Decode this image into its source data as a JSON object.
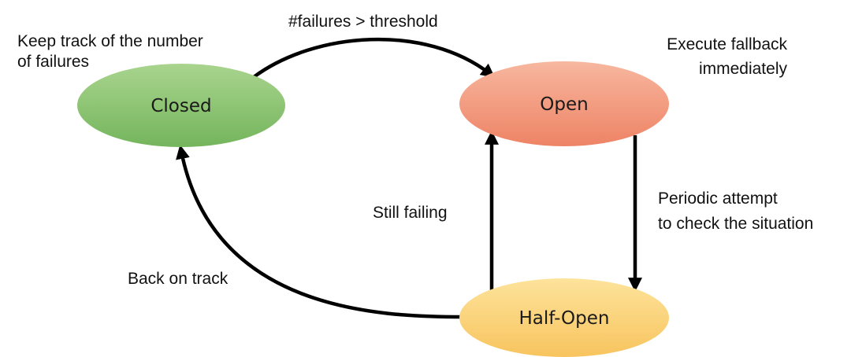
{
  "states": {
    "closed": {
      "label": "Closed",
      "fill_top": "#a9d48e",
      "fill_bottom": "#74b55c"
    },
    "open": {
      "label": "Open",
      "fill_top": "#f7b79f",
      "fill_bottom": "#ee8365"
    },
    "half_open": {
      "label": "Half-Open",
      "fill_top": "#fde39b",
      "fill_bottom": "#f8c45e"
    }
  },
  "annotations": {
    "closed_note": [
      "Keep track of the number",
      "of failures"
    ],
    "open_note": [
      "Execute fallback",
      "immediately"
    ]
  },
  "transitions": {
    "closed_to_open": "#failures > threshold",
    "open_to_half_open": [
      "Periodic attempt",
      "to check the situation"
    ],
    "half_open_to_open": "Still failing",
    "half_open_to_closed": "Back on track"
  },
  "colors": {
    "edge": "#000000",
    "text": "#111111"
  }
}
